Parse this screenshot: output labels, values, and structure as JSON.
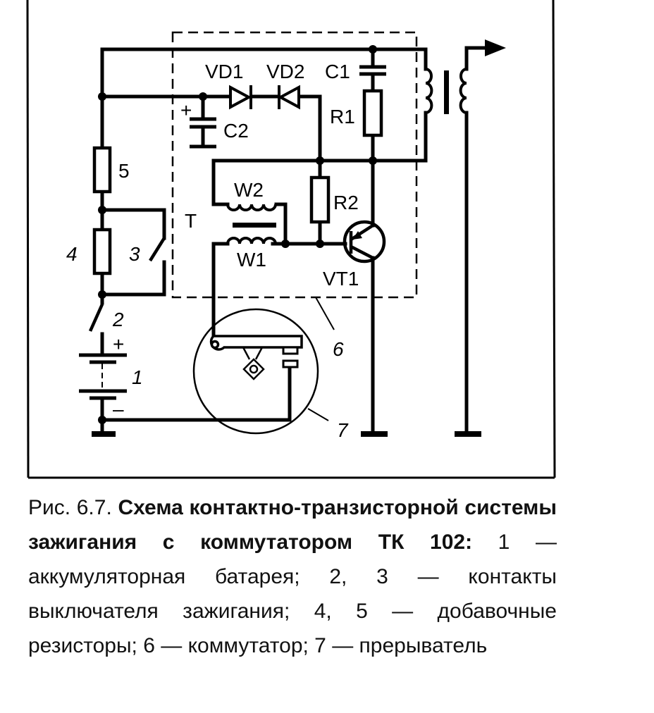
{
  "diagram": {
    "labels": {
      "vd1": "VD1",
      "vd2": "VD2",
      "c1": "C1",
      "c2": "C2",
      "r1": "R1",
      "r2": "R2",
      "w1": "W1",
      "w2": "W2",
      "t": "T",
      "vt1": "VT1",
      "n1": "1",
      "n2": "2",
      "n3": "3",
      "n4": "4",
      "n5": "5",
      "n6": "6",
      "n7": "7",
      "plus_c2": "+",
      "plus_bat": "+",
      "minus_bat": "–"
    }
  },
  "caption": {
    "prefix": "Рис. 6.7. ",
    "title": "Схема контактно-транзисторной системы зажигания с коммутатором ТК 102:",
    "body": " 1 — аккумуляторная батарея; 2, 3 — контакты выключателя зажигания; 4, 5 — добавочные резисторы; 6 — коммута­тор; 7 — прерыватель"
  }
}
